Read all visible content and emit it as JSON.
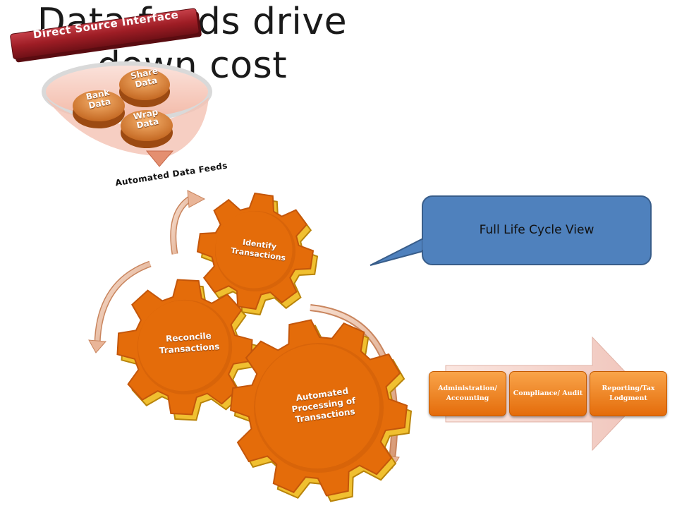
{
  "title": "Data feeds drive down cost",
  "direct_source": {
    "banner": "Direct Source Interface",
    "items": [
      "Bank Data",
      "Share Data",
      "Wrap Data"
    ],
    "footer": "Automated Data Feeds"
  },
  "cycle": {
    "gears": [
      "Identify Transactions",
      "Reconcile Transactions",
      "Automated Processing of Transactions"
    ]
  },
  "callout": "Full Life Cycle View",
  "stages": [
    "Administration/ Accounting",
    "Compliance/ Audit",
    "Reporting/Tax Lodgment"
  ],
  "colors": {
    "banner": "#a11f27",
    "gear": "#e46c0a",
    "gear_dark": "#c4560a",
    "callout_fill": "#4f81bd",
    "callout_border": "#385d8a",
    "stage_fill": "#f79646",
    "chevron": "#f2d0c9"
  }
}
